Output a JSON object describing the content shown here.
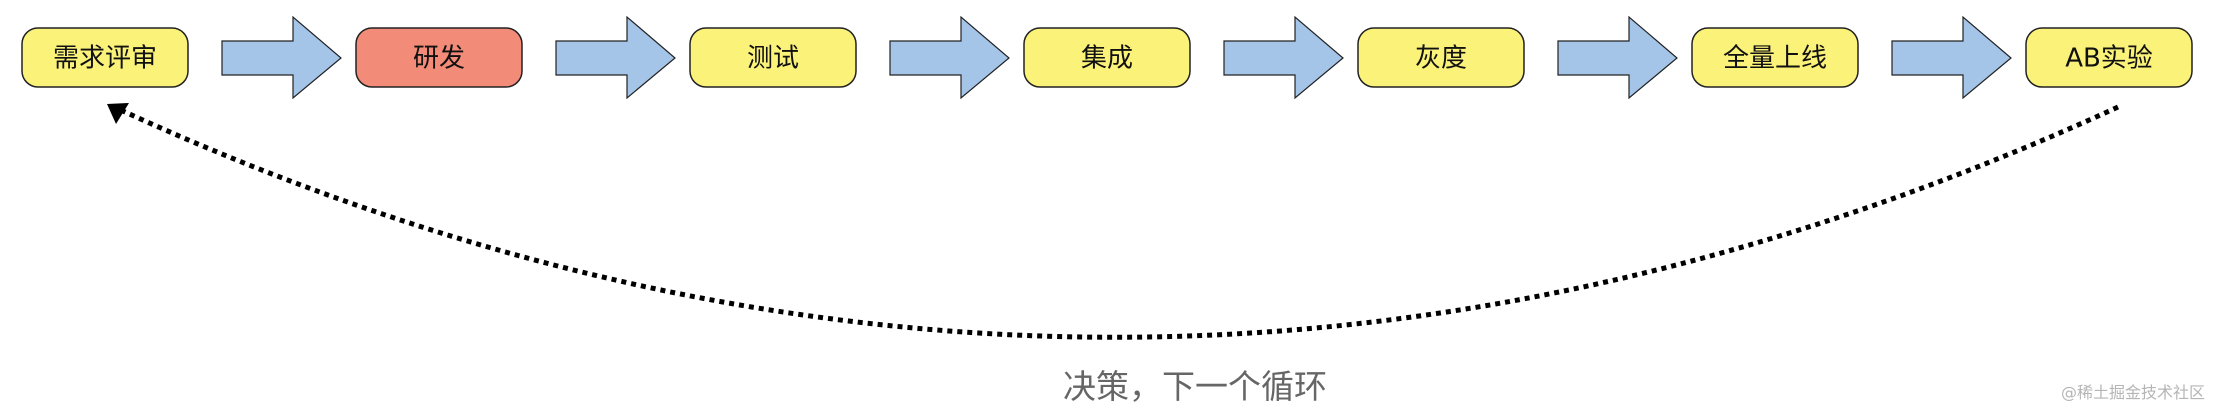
{
  "diagram": {
    "stages": [
      {
        "label": "需求评审",
        "color": "#FBF27A",
        "highlighted": false
      },
      {
        "label": "研发",
        "color": "#F28B78",
        "highlighted": true
      },
      {
        "label": "测试",
        "color": "#FBF27A",
        "highlighted": false
      },
      {
        "label": "集成",
        "color": "#FBF27A",
        "highlighted": false
      },
      {
        "label": "灰度",
        "color": "#FBF27A",
        "highlighted": false
      },
      {
        "label": "全量上线",
        "color": "#FBF27A",
        "highlighted": false
      },
      {
        "label": "AB实验",
        "color": "#FBF27A",
        "highlighted": false
      }
    ],
    "arrow_color": "#A4C4E8",
    "loop": {
      "caption": "决策，下一个循环",
      "from": "AB实验",
      "to": "需求评审",
      "style": "dotted"
    }
  },
  "watermark": "@稀土掘金技术社区"
}
